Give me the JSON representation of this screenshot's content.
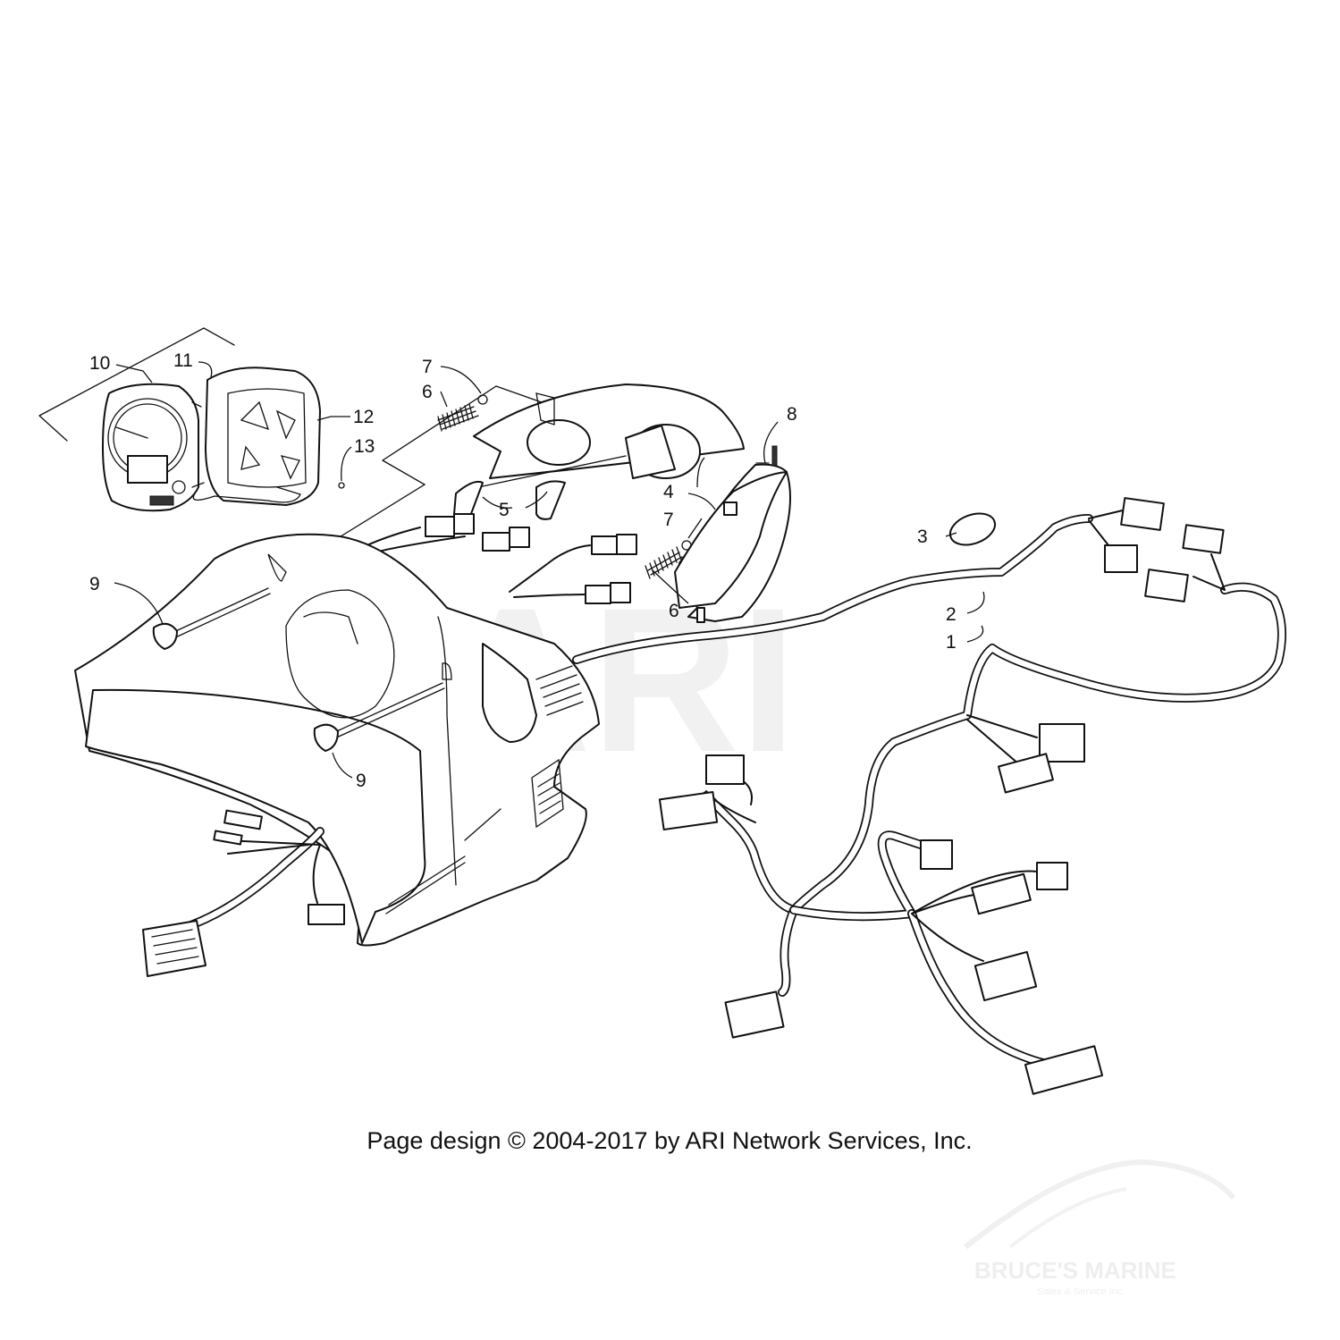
{
  "watermark": "ARI",
  "credit": "Page design © 2004-2017 by ARI Network Services, Inc.",
  "logo": {
    "name": "BRUCE'S MARINE",
    "tagline": "Sales & Service Inc."
  },
  "callouts": {
    "c1": "1",
    "c2": "2",
    "c3": "3",
    "c4": "4",
    "c5": "5",
    "c6a": "6",
    "c6b": "6",
    "c7a": "7",
    "c7b": "7",
    "c8": "8",
    "c9a": "9",
    "c9b": "9",
    "c10": "10",
    "c11": "11",
    "c12": "12",
    "c13": "13"
  }
}
